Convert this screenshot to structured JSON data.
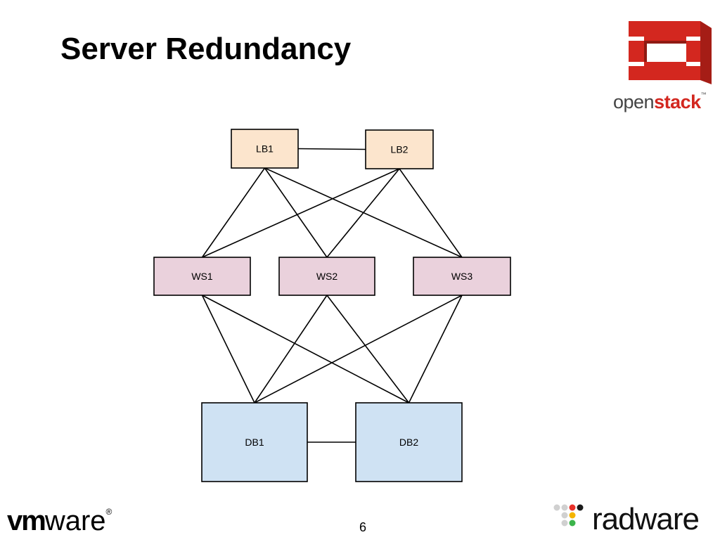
{
  "slide": {
    "title": "Server Redundancy",
    "page_number": "6"
  },
  "logos": {
    "openstack": {
      "word_1": "open",
      "word_2": "stack",
      "trademark": "™"
    },
    "vmware": {
      "part_1": "vm",
      "part_2": "ware",
      "registered": "®"
    },
    "radware": {
      "word": "radware"
    }
  },
  "diagram": {
    "nodes": [
      {
        "id": "LB1",
        "label": "LB1",
        "tier": "load-balancer",
        "fill": "#fce5cd"
      },
      {
        "id": "LB2",
        "label": "LB2",
        "tier": "load-balancer",
        "fill": "#fce5cd"
      },
      {
        "id": "WS1",
        "label": "WS1",
        "tier": "web-server",
        "fill": "#ead1dc"
      },
      {
        "id": "WS2",
        "label": "WS2",
        "tier": "web-server",
        "fill": "#ead1dc"
      },
      {
        "id": "WS3",
        "label": "WS3",
        "tier": "web-server",
        "fill": "#ead1dc"
      },
      {
        "id": "DB1",
        "label": "DB1",
        "tier": "database",
        "fill": "#cfe2f3"
      },
      {
        "id": "DB2",
        "label": "DB2",
        "tier": "database",
        "fill": "#cfe2f3"
      }
    ],
    "edges": [
      [
        "LB1",
        "LB2"
      ],
      [
        "LB1",
        "WS1"
      ],
      [
        "LB1",
        "WS2"
      ],
      [
        "LB1",
        "WS3"
      ],
      [
        "LB2",
        "WS1"
      ],
      [
        "LB2",
        "WS2"
      ],
      [
        "LB2",
        "WS3"
      ],
      [
        "WS1",
        "DB1"
      ],
      [
        "WS1",
        "DB2"
      ],
      [
        "WS2",
        "DB1"
      ],
      [
        "WS2",
        "DB2"
      ],
      [
        "WS3",
        "DB1"
      ],
      [
        "WS3",
        "DB2"
      ],
      [
        "DB1",
        "DB2"
      ]
    ]
  },
  "colors": {
    "openstack_red": "#d3271f",
    "stroke": "#000000"
  }
}
